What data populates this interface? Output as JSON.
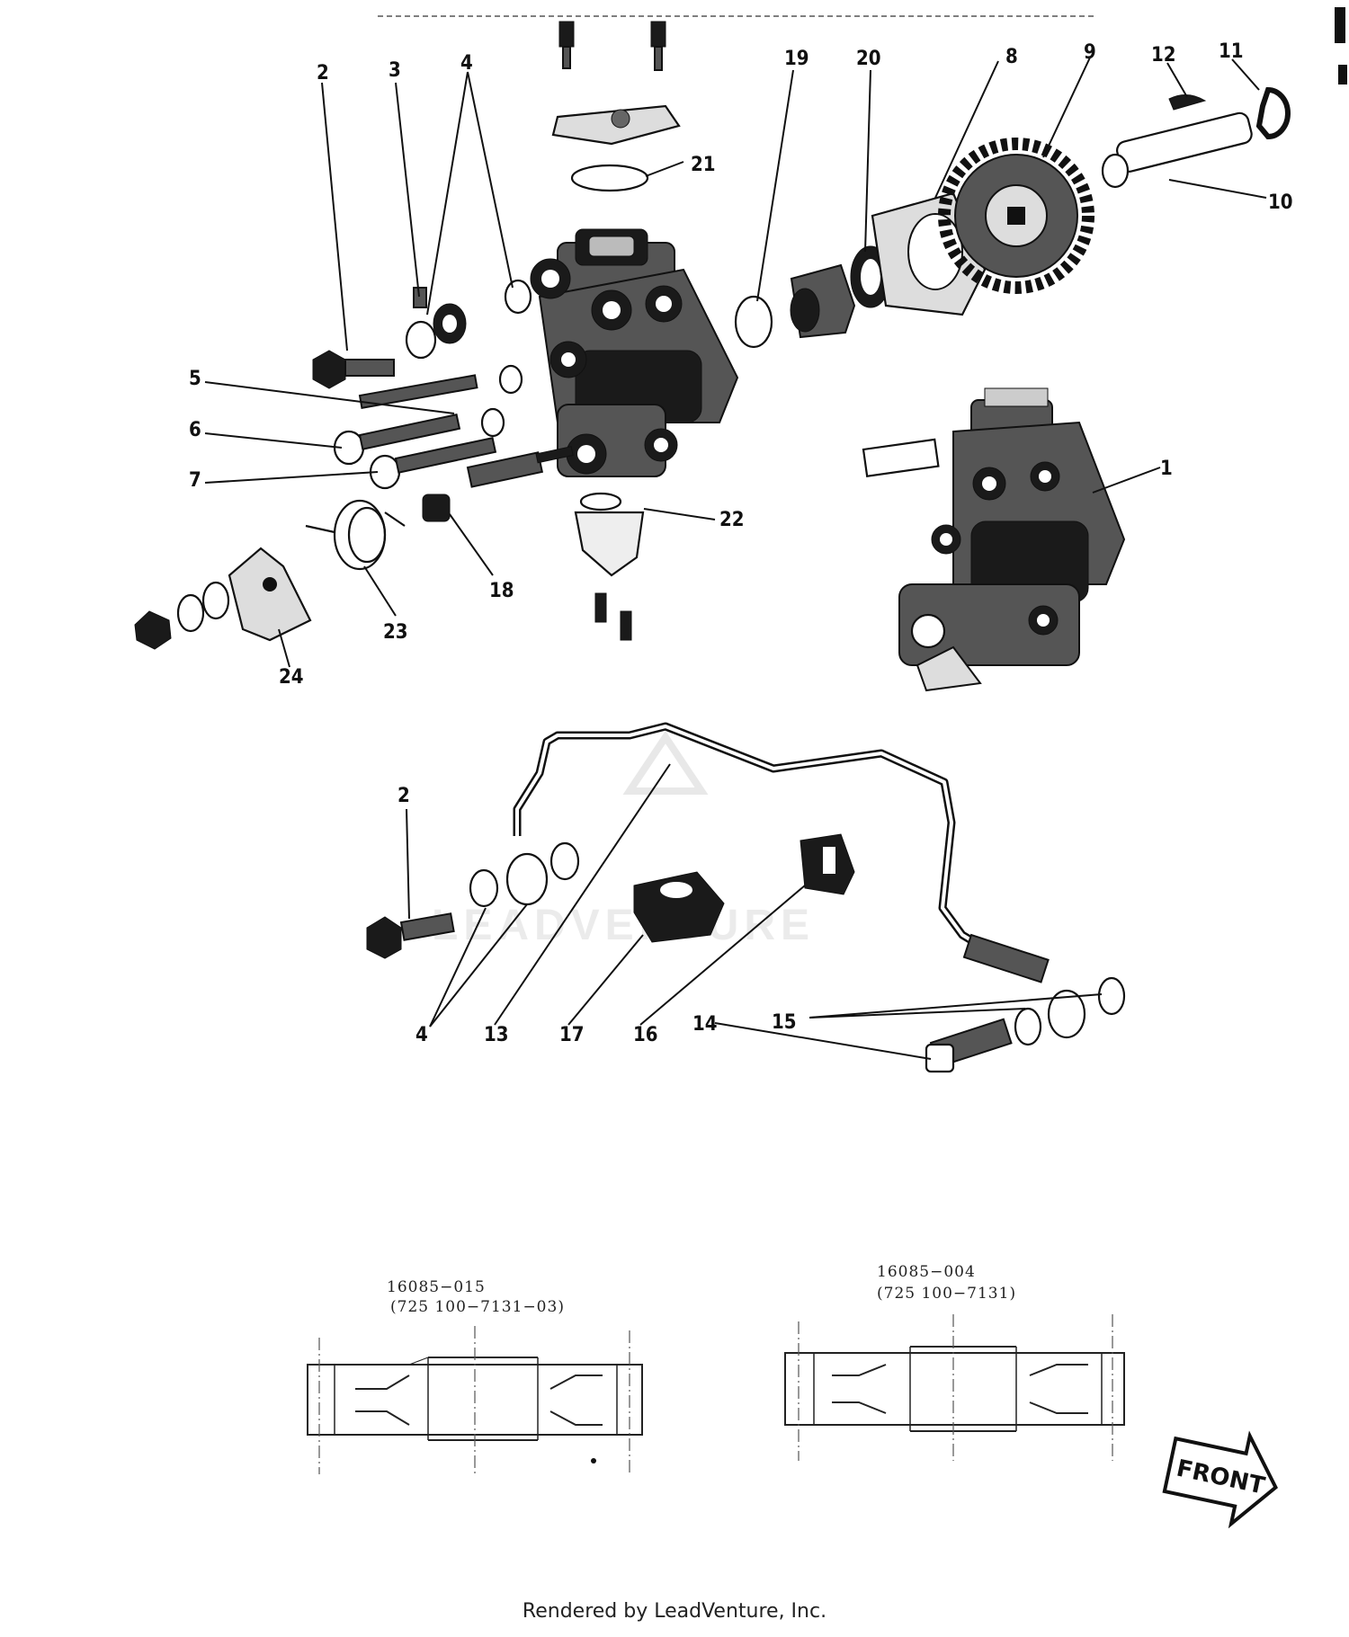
{
  "callouts": {
    "c1": "1",
    "c2a": "2",
    "c2b": "2",
    "c3": "3",
    "c4a": "4",
    "c4b": "4",
    "c5": "5",
    "c6": "6",
    "c7": "7",
    "c8": "8",
    "c9": "9",
    "c10": "10",
    "c11": "11",
    "c12": "12",
    "c13": "13",
    "c14": "14",
    "c15": "15",
    "c16": "16",
    "c17": "17",
    "c18": "18",
    "c19": "19",
    "c20": "20",
    "c21": "21",
    "c22": "22",
    "c23": "23",
    "c24": "24"
  },
  "detail_left": {
    "part_no": "16085−015",
    "sub": "(725 100−7131−03)"
  },
  "detail_right": {
    "part_no": "16085−004",
    "sub": "(725 100−7131)"
  },
  "front_label": "FRONT",
  "watermark": "LEADVENTURE",
  "footer": "Rendered by LeadVenture, Inc."
}
